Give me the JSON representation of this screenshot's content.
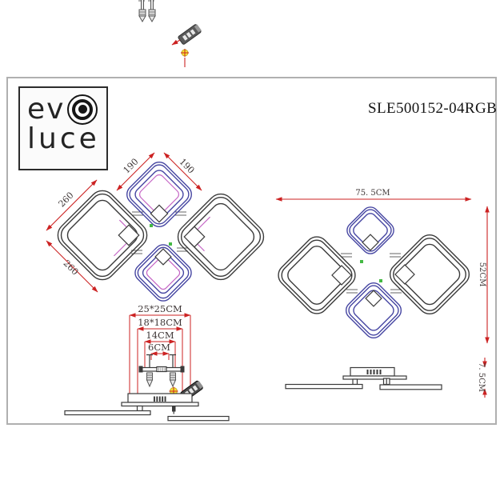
{
  "brand": {
    "wordmark_line1": "ev",
    "wordmark_line2": "luce",
    "logo_icon": "concentric-target-icon"
  },
  "model_number": "SLE500152-04RGB",
  "plan_view_mm": {
    "label_top_left": "190",
    "label_top_right": "190",
    "label_left_upper": "260",
    "label_left_lower": "260"
  },
  "plan_view_cm": {
    "width_label": "75. 5CM",
    "height_label": "52CM"
  },
  "mounting_detail": {
    "dim_outer": "25*25CM",
    "dim_plate": "18*18CM",
    "dim_span": "14CM",
    "dim_screws": "6CM"
  },
  "side_view": {
    "height_label": "7. 5CM"
  },
  "colors": {
    "ink": "#3a3a3a",
    "blue": "#4646a2",
    "magenta": "#c565c5",
    "dim_red": "#cc2222",
    "green": "#44b944",
    "yellow": "#f5e733",
    "frame_border": "#b0b0b0"
  }
}
